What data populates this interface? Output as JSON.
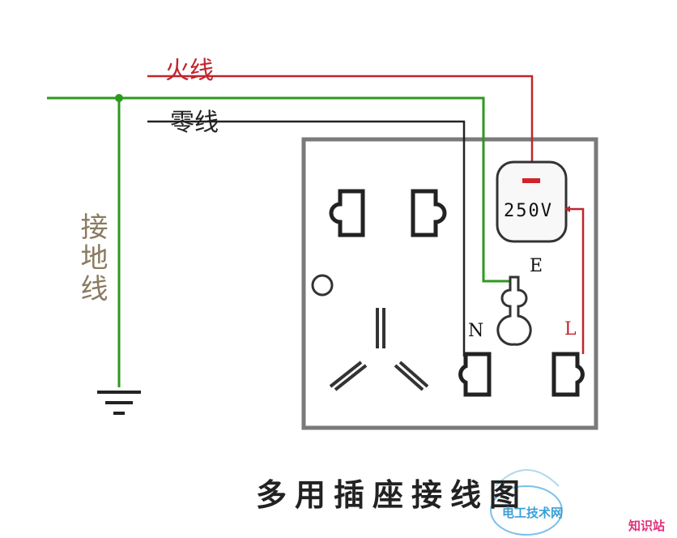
{
  "labels": {
    "live_wire": "火线",
    "neutral_wire": "零线",
    "ground_wire": "接地线",
    "terminal_e": "E",
    "terminal_n": "N",
    "terminal_l": "L",
    "switch_rating": "250V",
    "title": "多用插座接线图"
  },
  "watermark": {
    "text_1": "电工技术网",
    "text_2": "知识站"
  },
  "colors": {
    "live": "#c0262d",
    "ground": "#2c9a1c",
    "neutral": "#222222",
    "box": "#7a7a7a",
    "socket": "#222222"
  }
}
